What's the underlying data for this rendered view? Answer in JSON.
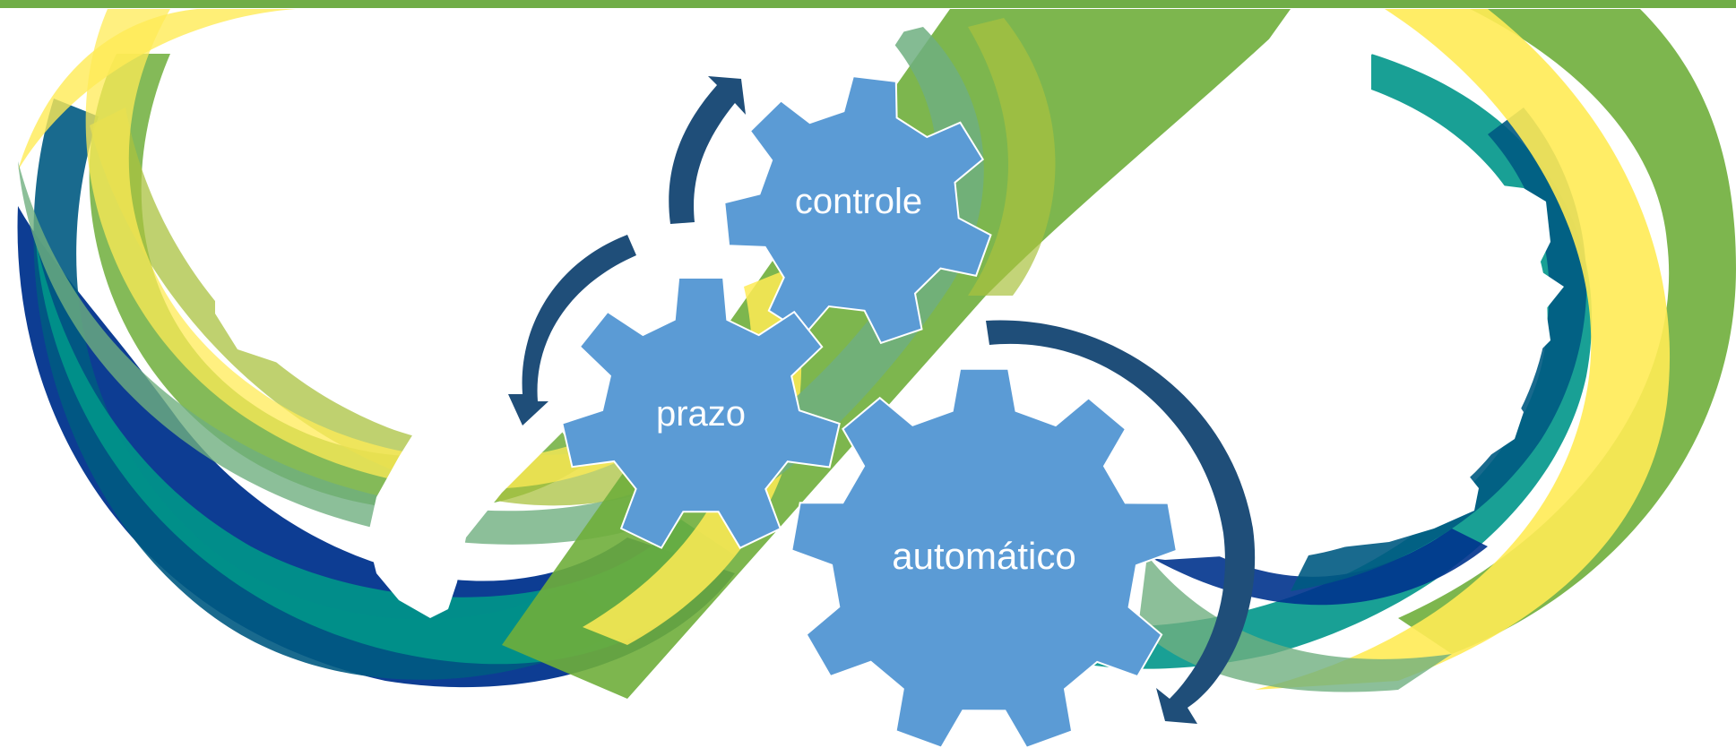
{
  "colors": {
    "top_bar": "#70AD47",
    "gear_fill": "#5B9BD5",
    "gear_stroke": "#FFFFFF",
    "arrow": "#1F4E79",
    "band_navy": "#00338D",
    "band_teal": "#00968A",
    "band_petrol": "#005A82",
    "band_green": "#6FAE3B",
    "band_yellow": "#FFEB55",
    "band_olive": "#A9C23F",
    "band_sage": "#6FAF80"
  },
  "icons": {
    "thumbs_down": "thumbs-down-icon",
    "thumbs_up": "thumbs-up-icon",
    "gear": "gear-icon",
    "arrow": "curved-arrow-icon"
  },
  "gears": {
    "controle": {
      "label": "controle"
    },
    "prazo": {
      "label": "prazo"
    },
    "automatico": {
      "label": "automático"
    }
  }
}
